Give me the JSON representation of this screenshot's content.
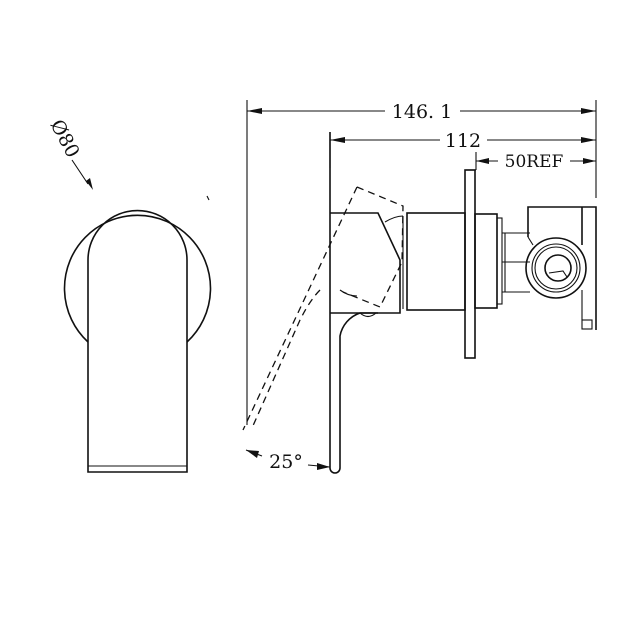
{
  "drawing": {
    "title": "Wall mixer dimension drawing",
    "line_color": "#111111",
    "background": "#ffffff",
    "front_view": {
      "diameter_label": "Ø80",
      "diameter_symbol": "Ø",
      "diameter_value": "80"
    },
    "side_view": {
      "dimensions": {
        "overall_depth": "146. 1",
        "projection_from_wall": "112",
        "body_reference": "50REF",
        "lever_angle": "25°"
      }
    }
  }
}
